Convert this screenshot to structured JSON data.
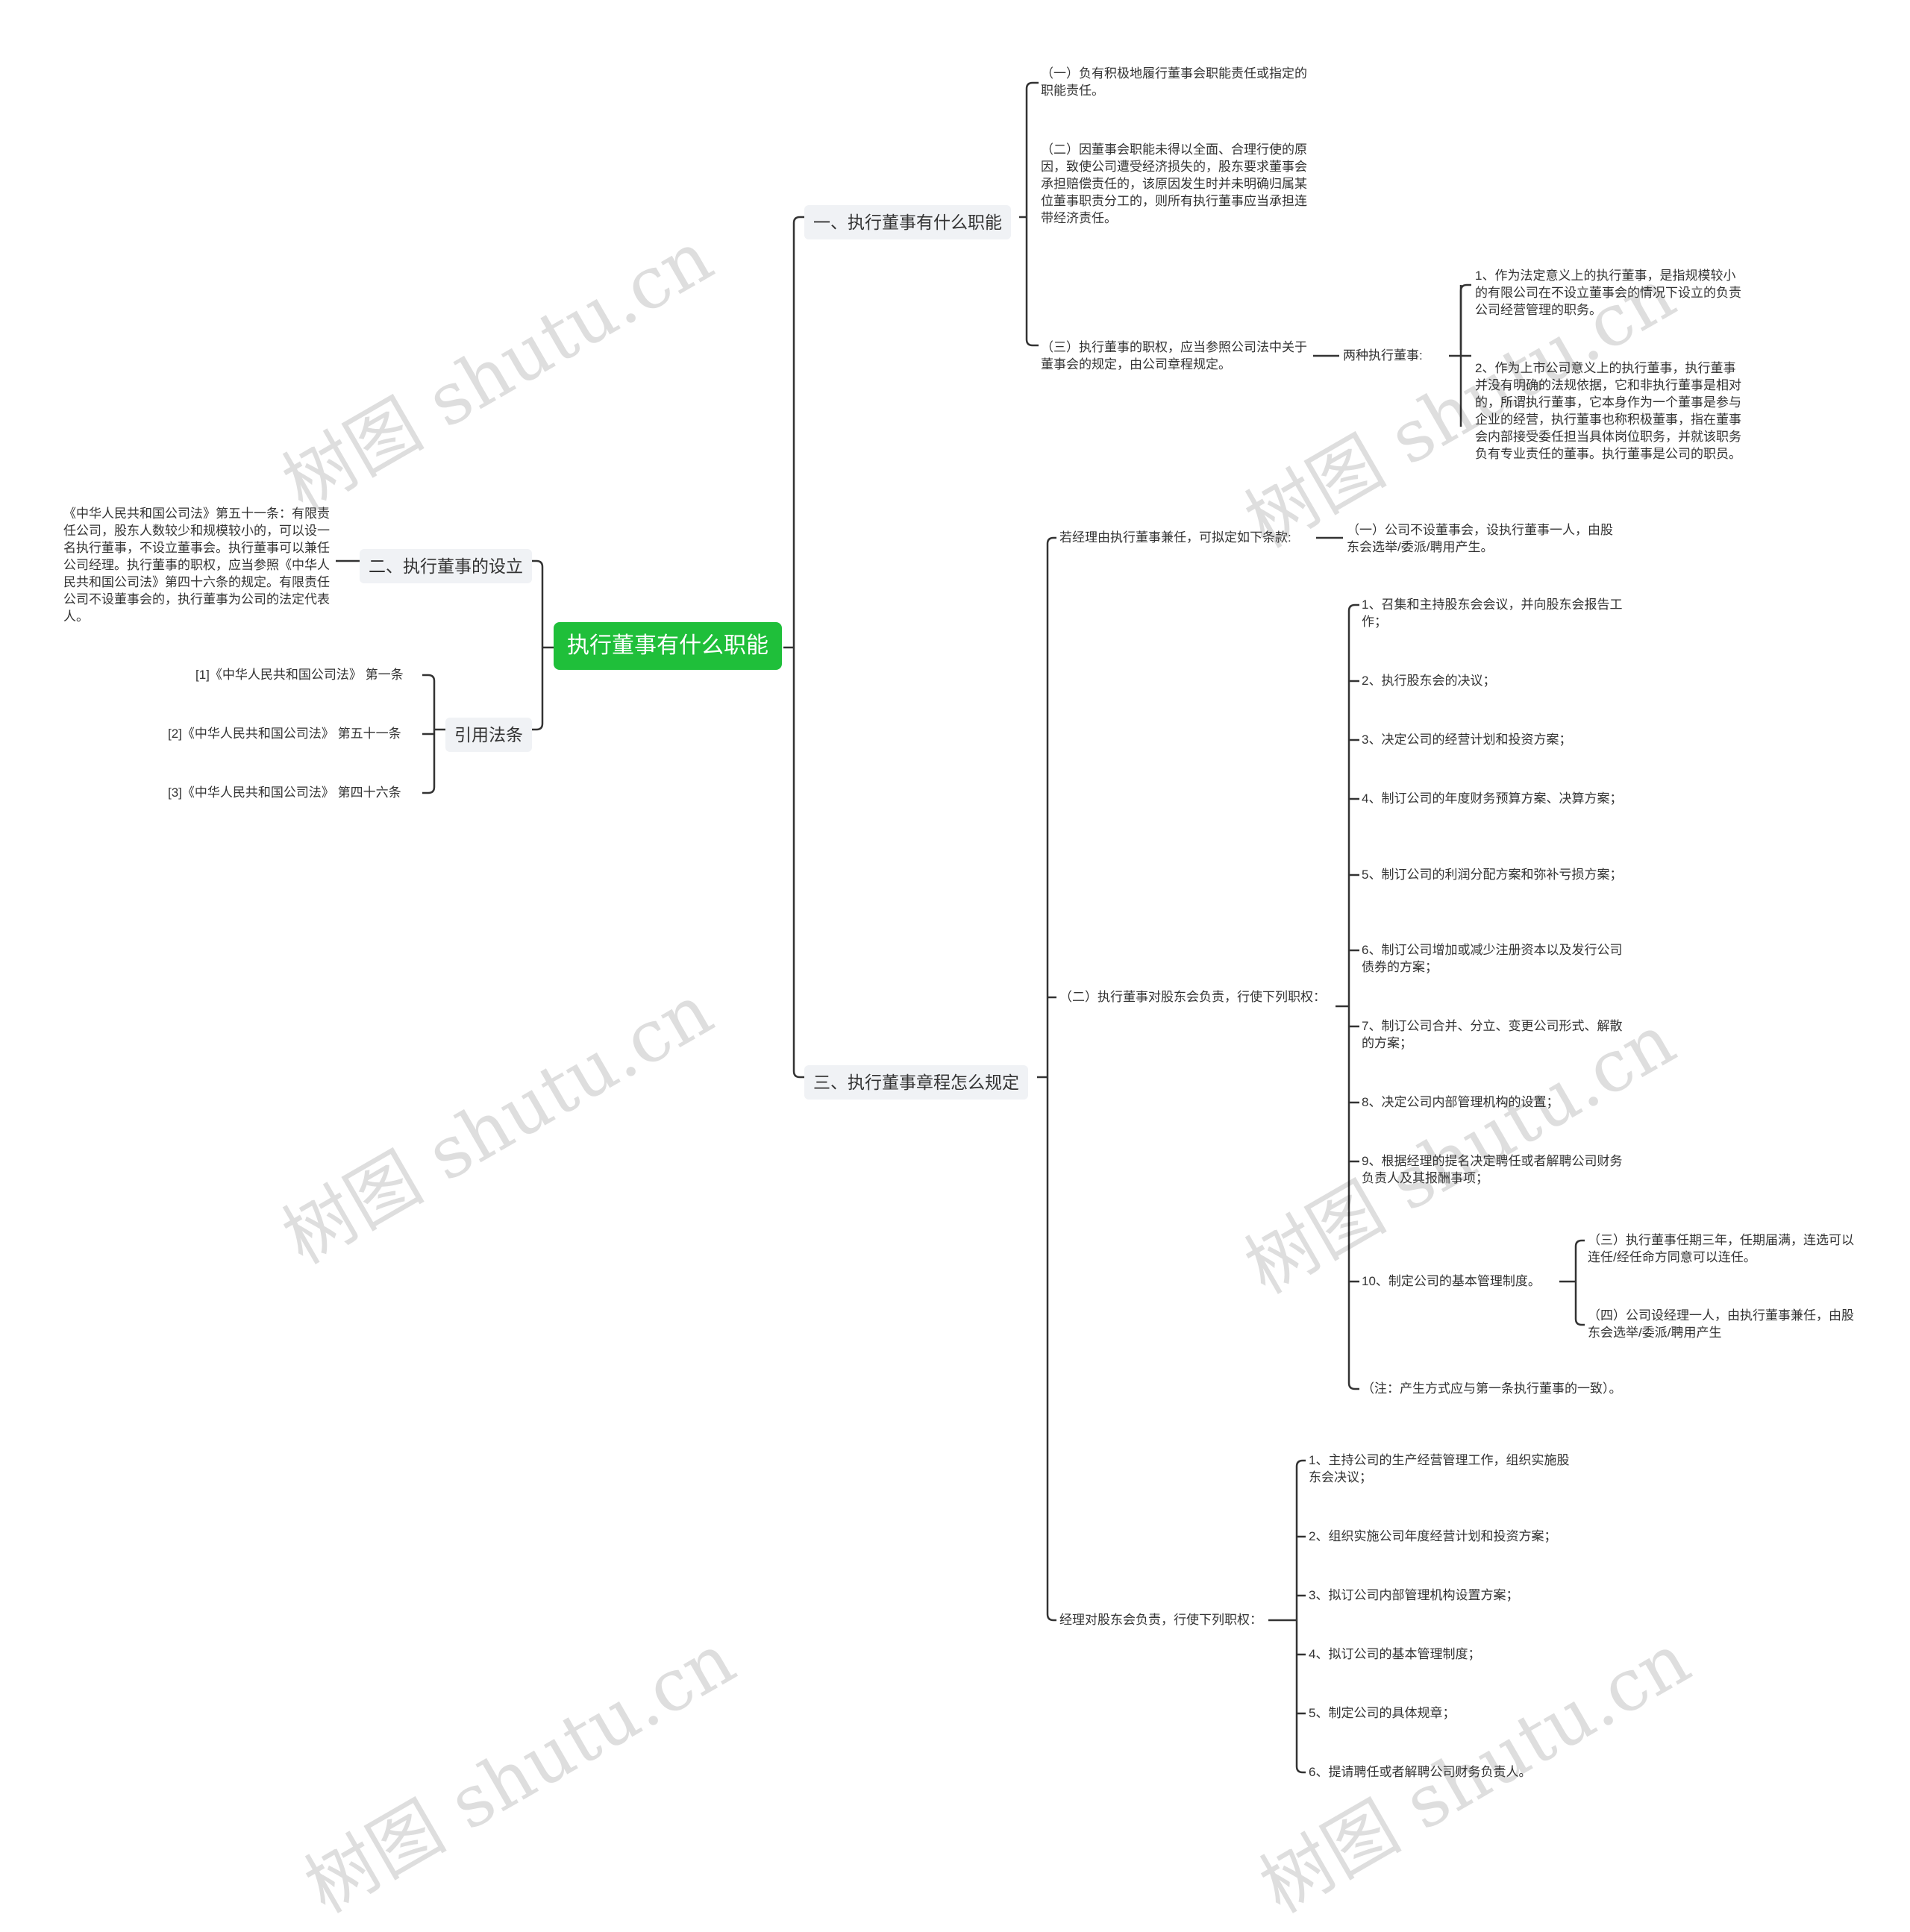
{
  "root": {
    "label": "执行董事有什么职能"
  },
  "branch1": {
    "label": "一、执行董事有什么职能",
    "items": [
      "（一）负有积极地履行董事会职能责任或指定的职能责任。",
      "（二）因董事会职能未得以全面、合理行使的原因，致使公司遭受经济损失的，股东要求董事会承担赔偿责任的，该原因发生时并未明确归属某位董事职责分工的，则所有执行董事应当承担连带经济责任。",
      "（三）执行董事的职权，应当参照公司法中关于董事会的规定，由公司章程规定。"
    ],
    "two_types": {
      "label": "两种执行董事:",
      "items": [
        "1、作为法定意义上的执行董事，是指规模较小的有限公司在不设立董事会的情况下设立的负责公司经营管理的职务。",
        "2、作为上市公司意义上的执行董事，执行董事并没有明确的法规依据，它和非执行董事是相对的，所谓执行董事，它本身作为一个董事是参与企业的经营，执行董事也称积极董事，指在董事会内部接受委任担当具体岗位职务，并就该职务负有专业责任的董事。执行董事是公司的职员。"
      ]
    }
  },
  "branch2": {
    "label": "二、执行董事的设立",
    "text": "《中华人民共和国公司法》第五十一条：有限责任公司，股东人数较少和规模较小的，可以设一名执行董事，不设立董事会。执行董事可以兼任公司经理。执行董事的职权，应当参照《中华人民共和国公司法》第四十六条的规定。有限责任公司不设董事会的，执行董事为公司的法定代表人。"
  },
  "citations": {
    "label": "引用法条",
    "items": [
      "[1]《中华人民共和国公司法》 第一条",
      "[2]《中华人民共和国公司法》 第五十一条",
      "[3]《中华人民共和国公司法》 第四十六条"
    ]
  },
  "branch3": {
    "label": "三、执行董事章程怎么规定",
    "manager_concurrent": {
      "label": "若经理由执行董事兼任，可拟定如下条款:",
      "item": "（一）公司不设董事会，设执行董事一人，由股东会选举/委派/聘用产生。"
    },
    "director_duties": {
      "label": "（二）执行董事对股东会负责，行使下列职权：",
      "items": [
        "1、召集和主持股东会会议，并向股东会报告工作；",
        "2、执行股东会的决议；",
        "3、决定公司的经营计划和投资方案；",
        "4、制订公司的年度财务预算方案、决算方案；",
        "5、制订公司的利润分配方案和弥补亏损方案；",
        "6、制订公司增加或减少注册资本以及发行公司债券的方案；",
        "7、制订公司合并、分立、变更公司形式、解散的方案；",
        "8、决定公司内部管理机构的设置；",
        "9、根据经理的提名决定聘任或者解聘公司财务负责人及其报酬事项；",
        "10、制定公司的基本管理制度。",
        "（注：产生方式应与第一条执行董事的一致）。"
      ],
      "item10_children": [
        "（三）执行董事任期三年，任期届满，连选可以连任/经任命方同意可以连任。",
        "（四）公司设经理一人，由执行董事兼任，由股东会选举/委派/聘用产生"
      ]
    },
    "manager_duties": {
      "label": "经理对股东会负责，行使下列职权：",
      "items": [
        "1、主持公司的生产经营管理工作，组织实施股东会决议；",
        "2、组织实施公司年度经营计划和投资方案；",
        "3、拟订公司内部管理机构设置方案；",
        "4、拟订公司的基本管理制度；",
        "5、制定公司的具体规章；",
        "6、提请聘任或者解聘公司财务负责人。"
      ]
    }
  },
  "watermark": "树图 shutu.cn",
  "colors": {
    "root_bg": "#1fbf3a",
    "branch_bg": "#f0f2f5",
    "line": "#333333"
  }
}
